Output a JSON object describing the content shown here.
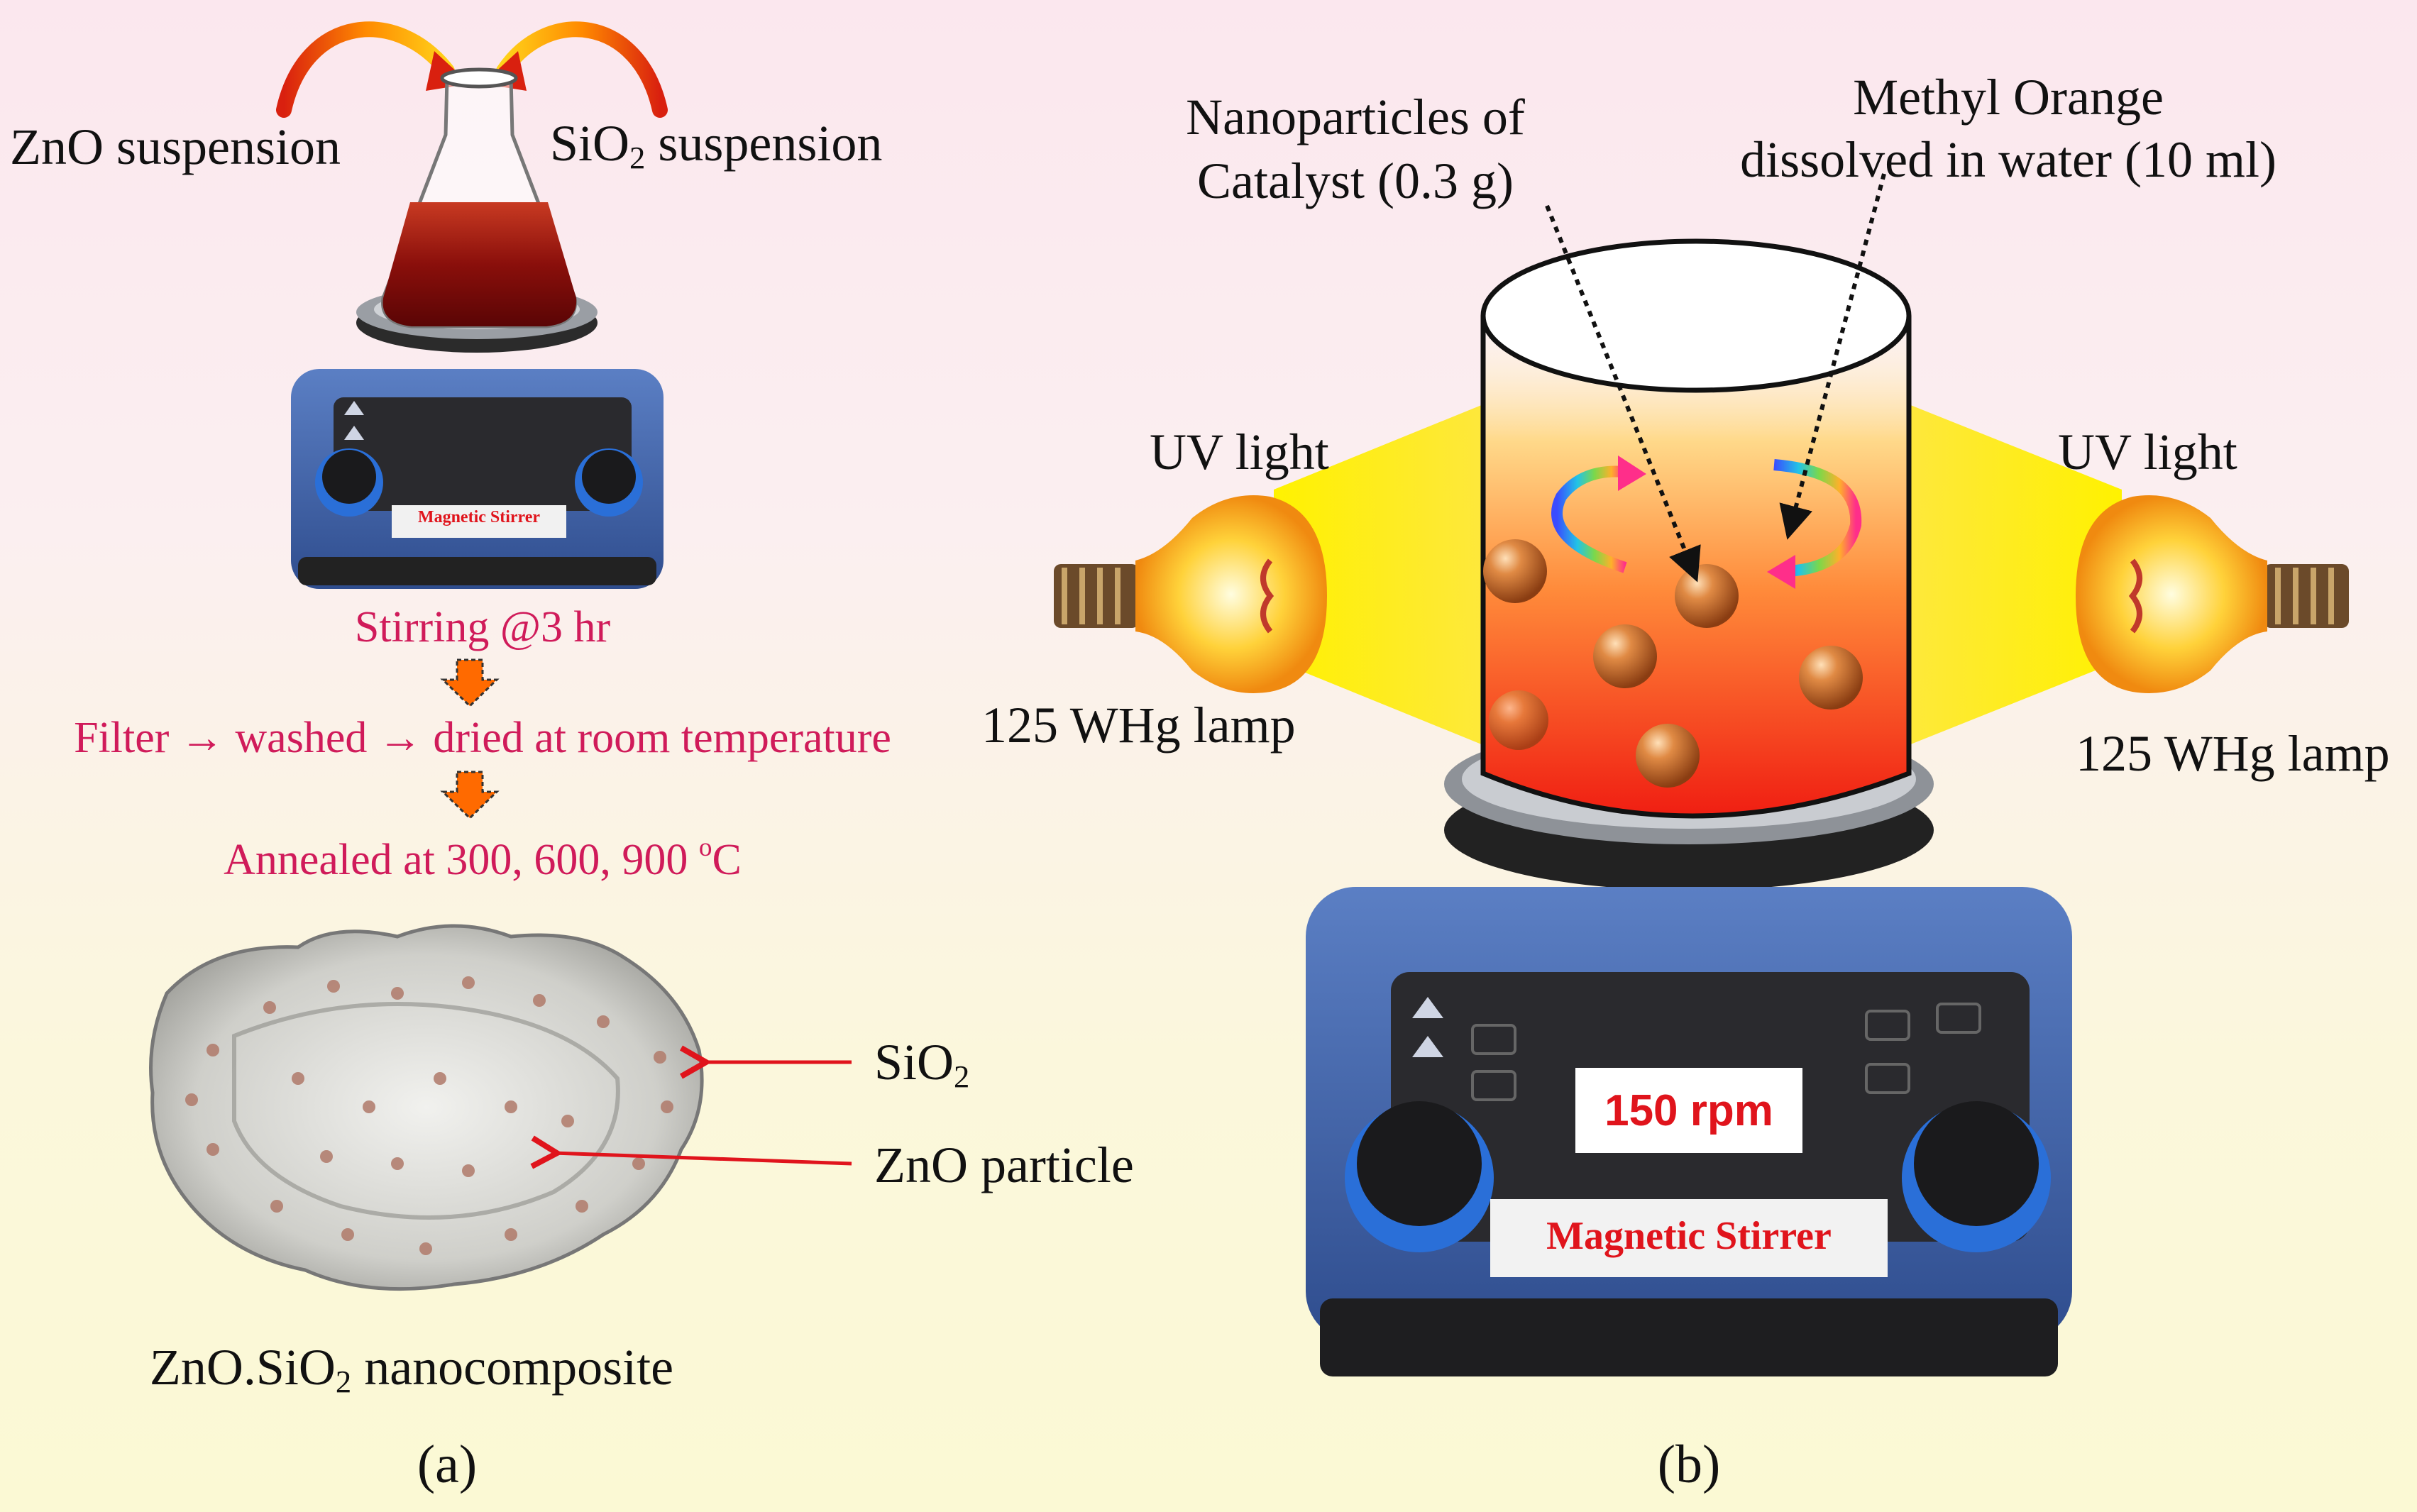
{
  "panel_a": {
    "zno_suspension": "ZnO suspension",
    "sio2_suspension_main": "SiO",
    "sio2_suspension_sub": "2",
    "sio2_suspension_rest": " suspension",
    "stirrer_small_label": "Magnetic Stirrer",
    "step_stirring": "Stirring @3 hr",
    "step_filter": "Filter → washed → dried at room temperature",
    "step_anneal_main": "Annealed at 300, 600, 900 ",
    "step_anneal_sup": "o",
    "step_anneal_unit": "C",
    "label_sio2_main": "SiO",
    "label_sio2_sub": "2",
    "label_zno_particle": "ZnO particle",
    "composite_main": "ZnO.SiO",
    "composite_sub": "2",
    "composite_rest": " nanocomposite",
    "tag": "(a)"
  },
  "panel_b": {
    "nanoparticles_line1": "Nanoparticles of",
    "nanoparticles_line2": "Catalyst (0.3 g)",
    "methyl_line1": "Methyl Orange",
    "methyl_line2": "dissolved in water (10 ml)",
    "uv_left": "UV light",
    "uv_right": "UV light",
    "lamp_left": "125 WHg lamp",
    "lamp_right": "125 WHg lamp",
    "rpm": "150 rpm",
    "stirrer_label": "Magnetic Stirrer",
    "tag": "(b)"
  },
  "colors": {
    "step_text": "#d01b5a",
    "arrow_red": "#e0141c",
    "stirrer_blue": "#3f62a8",
    "liquid_red": "#e8311c",
    "uv_yellow": "#ffe600"
  }
}
